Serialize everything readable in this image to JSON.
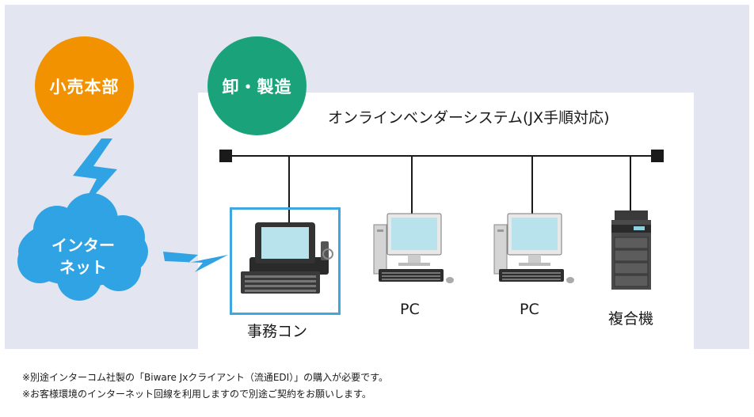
{
  "colors": {
    "panel_bg": "#e3e6f1",
    "retail_circle": "#f39200",
    "mfg_circle": "#1aa37a",
    "cloud": "#2fa3e3",
    "lightning": "#2fa3e3",
    "highlight_border": "#3fa6e0"
  },
  "nodes": {
    "retail_hq": "小売本部",
    "wholesale_mfg": "卸・製造",
    "internet_line1": "インター",
    "internet_line2": "ネット"
  },
  "system": {
    "title": "オンラインベンダーシステム(JX手順対応)"
  },
  "devices": [
    {
      "label": "事務コン",
      "icon": "office-computer-icon",
      "highlighted": true
    },
    {
      "label": "PC",
      "icon": "desktop-pc-icon",
      "highlighted": false
    },
    {
      "label": "PC",
      "icon": "desktop-pc-icon",
      "highlighted": false
    },
    {
      "label": "複合機",
      "icon": "multifunction-printer-icon",
      "highlighted": false
    }
  ],
  "notes": [
    "※別途インターコム社製の「Biware Jxクライアント（流通EDI）」の購入が必要です。",
    "※お客様環境のインターネット回線を利用しますので別途ご契約をお願いします。"
  ]
}
